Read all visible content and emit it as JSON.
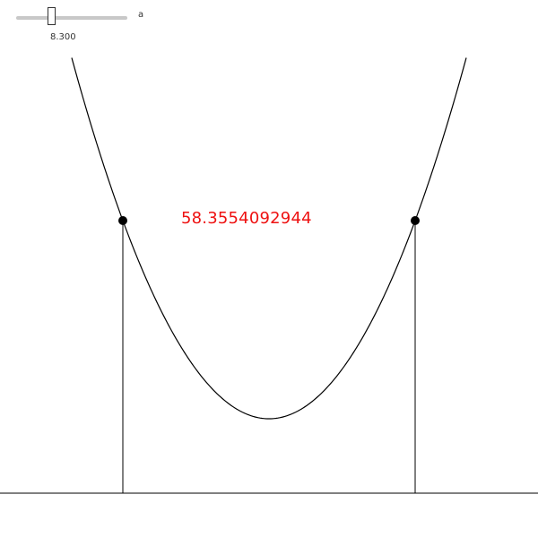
{
  "slider": {
    "name": "a",
    "value_text": "8.300",
    "fraction": 0.3
  },
  "area_value": "58.3554092944",
  "colors": {
    "area_text": "#ee1111",
    "curve": "#000000",
    "slider_track": "#c8c8c8"
  },
  "curve": {
    "equation_visible": false,
    "points": [
      "left-intersection-point",
      "right-intersection-point"
    ]
  }
}
